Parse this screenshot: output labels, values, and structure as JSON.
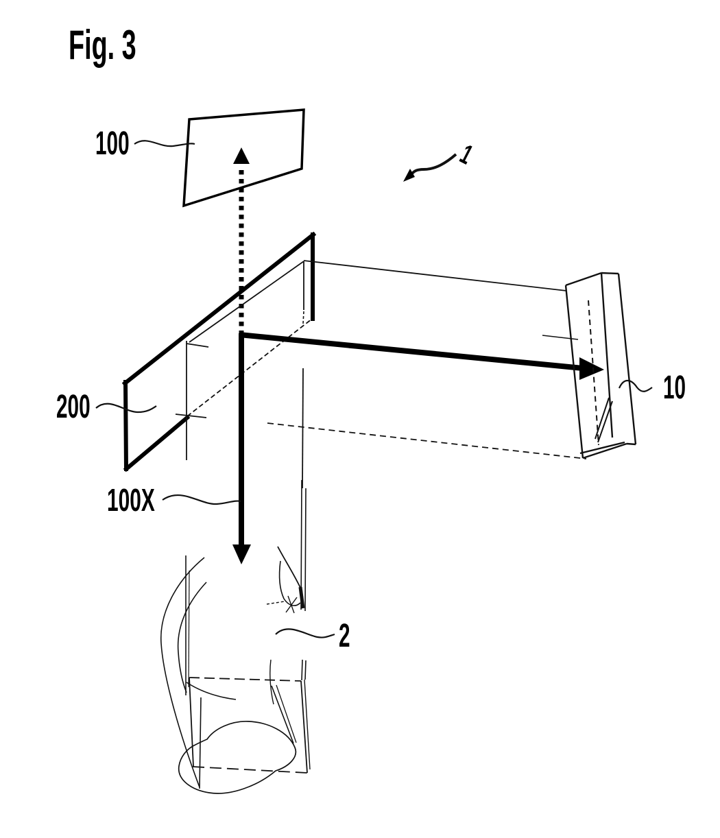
{
  "figure": {
    "title": "Fig. 3",
    "labels": {
      "ref1": "1",
      "ref100": "100",
      "ref200": "200",
      "ref100x": "100X",
      "ref10": "10",
      "ref2": "2"
    },
    "colors": {
      "ink": "#000000",
      "paper": "#ffffff"
    }
  }
}
